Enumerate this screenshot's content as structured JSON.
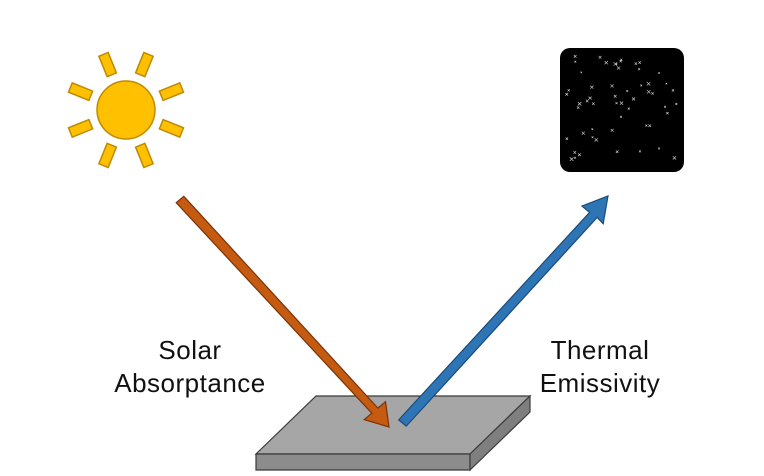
{
  "labels": {
    "solar": [
      "Solar",
      "Absorptance"
    ],
    "thermal": [
      "Thermal",
      "Emissivity"
    ]
  },
  "icons": {
    "sun": "sun-icon",
    "night_sky": "starry-sky-icon",
    "surface": "flat-plate"
  },
  "colors": {
    "sun_fill": "#ffc000",
    "sun_stroke": "#c08a00",
    "solar_arrow": "#c55a11",
    "thermal_arrow": "#2e75b6",
    "sky": "#000000",
    "plate_top": "#a6a6a6",
    "plate_side": "#7f7f7f"
  }
}
